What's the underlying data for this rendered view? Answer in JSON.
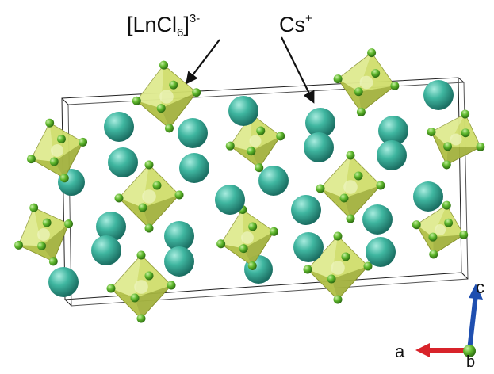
{
  "labels": {
    "complex_main": "[LnCl",
    "complex_sub": "6",
    "complex_close": "]",
    "complex_sup": "3-",
    "cation_main": "Cs",
    "cation_sup": "+"
  },
  "axes": {
    "a": "a",
    "b": "b",
    "c": "c"
  },
  "colors": {
    "octahedron": "#c7d85a",
    "octahedron_edge": "#7f8a2a",
    "chloride": "#5fb82d",
    "cesium": "#3fb6a0",
    "axis_a": "#d8232a",
    "axis_b": "#2d9a3a",
    "axis_c": "#1f4fb0"
  },
  "icons": [
    "octahedron-icon",
    "cesium-sphere-icon",
    "chloride-sphere-icon",
    "arrow-icon"
  ]
}
